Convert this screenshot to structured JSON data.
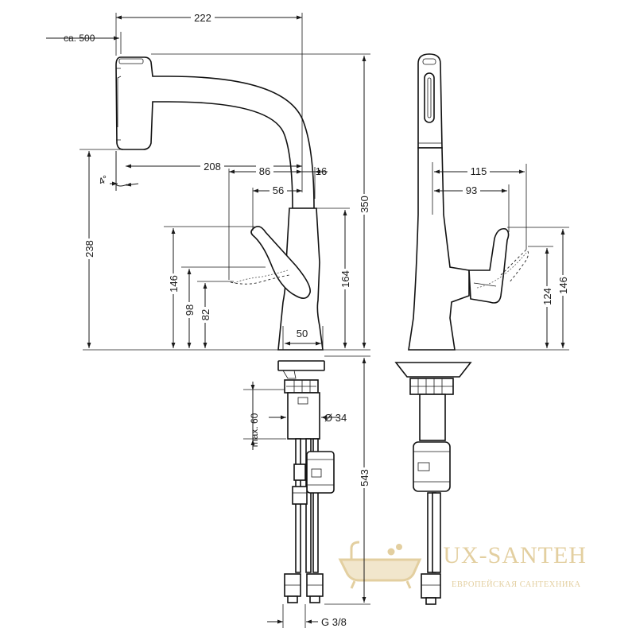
{
  "dimensions": {
    "overall_reach": "222",
    "pullout_length": "ca. 500",
    "spout_to_aerator": "208",
    "lever_reach_86": "86",
    "lever_reach_56": "56",
    "body_offset_16": "16",
    "spout_tilt": "4°",
    "total_height": "350",
    "outlet_height": "238",
    "lever_height_146": "146",
    "lever_height_98": "98",
    "lever_height_82": "82",
    "body_height_164": "164",
    "base_diameter": "50",
    "side_lever_115": "115",
    "side_lever_93": "93",
    "side_lever_124": "124",
    "side_lever_146": "146",
    "deck_thickness": "max. 60",
    "hole_diameter": "Ø 34",
    "hose_length": "543",
    "connection_thread": "G 3/8"
  },
  "watermark": {
    "brand": "LUX-SANTEH",
    "tagline": "ЕВРОПЕЙСКАЯ САНТЕХНИКА",
    "logo_icon": "bathtub-icon"
  },
  "colors": {
    "line": "#1a1a1a",
    "watermark": "#e3cfa0",
    "background": "#ffffff"
  }
}
